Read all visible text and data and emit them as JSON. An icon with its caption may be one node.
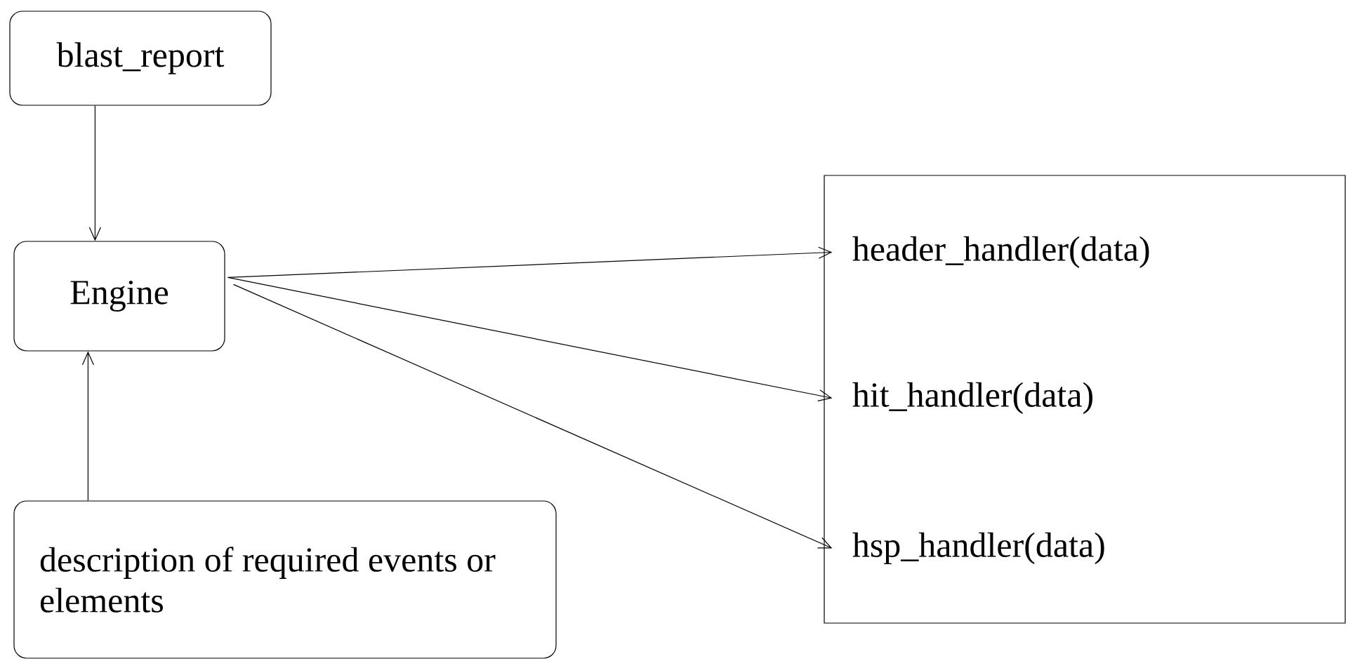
{
  "diagram": {
    "nodes": [
      {
        "text": [
          "blast_report"
        ]
      },
      {
        "text": [
          "Engine"
        ]
      },
      {
        "text": [
          "description of required events or elements"
        ]
      },
      {
        "text": [],
        "shape": "box"
      },
      {
        "text": [
          "header_handler(data)"
        ],
        "in": 3
      },
      {
        "text": [
          "hit_handler(data)"
        ],
        "in": 3
      },
      {
        "text": [
          "hsp_handler(data)"
        ],
        "in": 3
      }
    ],
    "edges": [
      {
        "from": 0,
        "to": 1,
        "arrow": "to"
      },
      {
        "from": 2,
        "to": 1,
        "arrow": "to"
      },
      {
        "from": 1,
        "to": 4,
        "arrow": "to"
      },
      {
        "from": 1,
        "to": 5,
        "arrow": "to"
      },
      {
        "from": 1,
        "to": 6,
        "arrow": "to"
      }
    ]
  }
}
